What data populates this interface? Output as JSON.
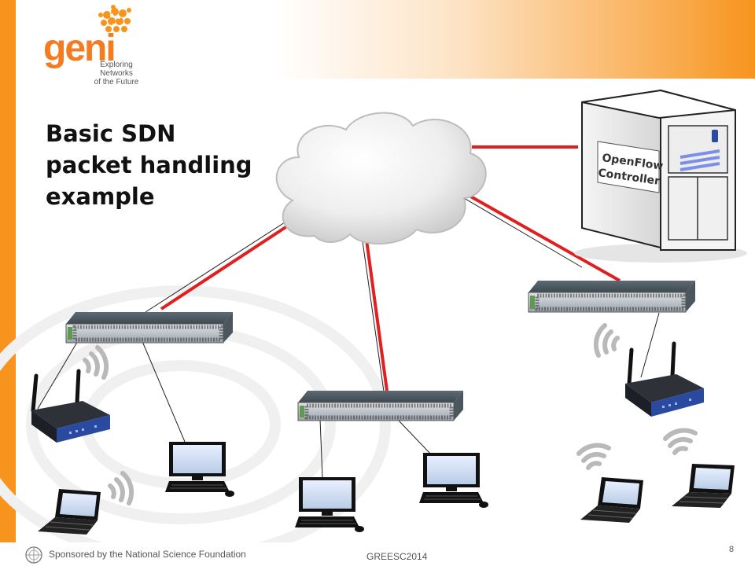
{
  "logo": {
    "word": "geni",
    "tagline_line1": "Exploring Networks",
    "tagline_line2": "of the Future"
  },
  "title": {
    "line1": "Basic SDN",
    "line2": "packet handling",
    "line3": "example"
  },
  "controller": {
    "label_line1": "OpenFlow",
    "label_line2": "Controller"
  },
  "footer": {
    "sponsor": "Sponsored by the National Science Foundation",
    "event": "GREESC2014",
    "page_number": "8"
  },
  "colors": {
    "accent": "#f7941d",
    "control_link": "#e02020",
    "data_link": "#222222",
    "router_blue": "#2a4aa0"
  },
  "icons": {
    "cloud": "cloud-icon",
    "server": "server-tower-icon",
    "switch": "network-switch-icon",
    "router": "wireless-router-icon",
    "desktop": "desktop-monitor-icon",
    "laptop": "laptop-icon",
    "wifi": "wifi-signal-icon",
    "nsf": "nsf-seal-icon"
  }
}
